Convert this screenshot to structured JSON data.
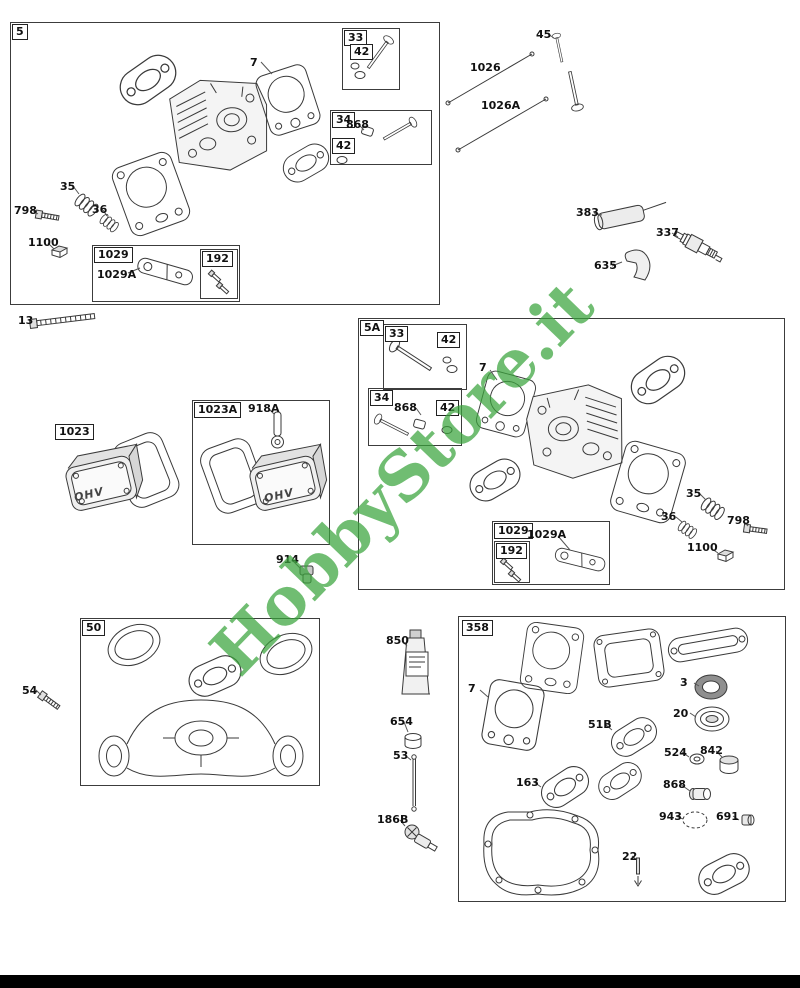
{
  "watermark": {
    "text": "HobbyStore.it",
    "color": "#3aa43c"
  },
  "footer_color": "#000000",
  "labels": {
    "box5": "5",
    "box33_head5": "33",
    "box42_head5_valve": "42",
    "box34_head5": "34",
    "box42_head5_valve2": "42",
    "box1029_head5": "1029",
    "box192_head5": "192",
    "box5a": "5A",
    "box33_head5a": "33",
    "box42_head5a_valve": "42",
    "box34_head5a": "34",
    "box42_head5a_valve2": "42",
    "box1029_head5a": "1029",
    "box192_head5a": "192",
    "box1023": "1023",
    "box1023a": "1023A",
    "box50": "50",
    "box358": "358",
    "head5_7": "7",
    "head5_868": "868",
    "head5_35": "35",
    "head5_36": "36",
    "head5_798": "798",
    "head5_1100": "1100",
    "head5_1029a": "1029A",
    "top_45": "45",
    "top_1026": "1026",
    "top_1026a": "1026A",
    "top_383": "383",
    "top_337": "337",
    "top_635": "635",
    "bolt_13": "13",
    "head5a_7": "7",
    "head5a_868": "868",
    "head5a_35": "35",
    "head5a_36": "36",
    "head5a_798": "798",
    "head5a_1100": "1100",
    "head5a_1029a": "1029A",
    "mid_918a": "918A",
    "mid_914": "914",
    "man_54": "54",
    "kit_850": "850",
    "kit_654": "654",
    "kit_53": "53",
    "kit_186b": "186B",
    "kit_7": "7",
    "kit_3": "3",
    "kit_20": "20",
    "kit_51b": "51B",
    "kit_524": "524",
    "kit_842": "842",
    "kit_163": "163",
    "kit_868": "868",
    "kit_943": "943",
    "kit_691": "691",
    "kit_22": "22",
    "cover1023_logo": "OHV",
    "cover1023a_logo": "OHV"
  }
}
